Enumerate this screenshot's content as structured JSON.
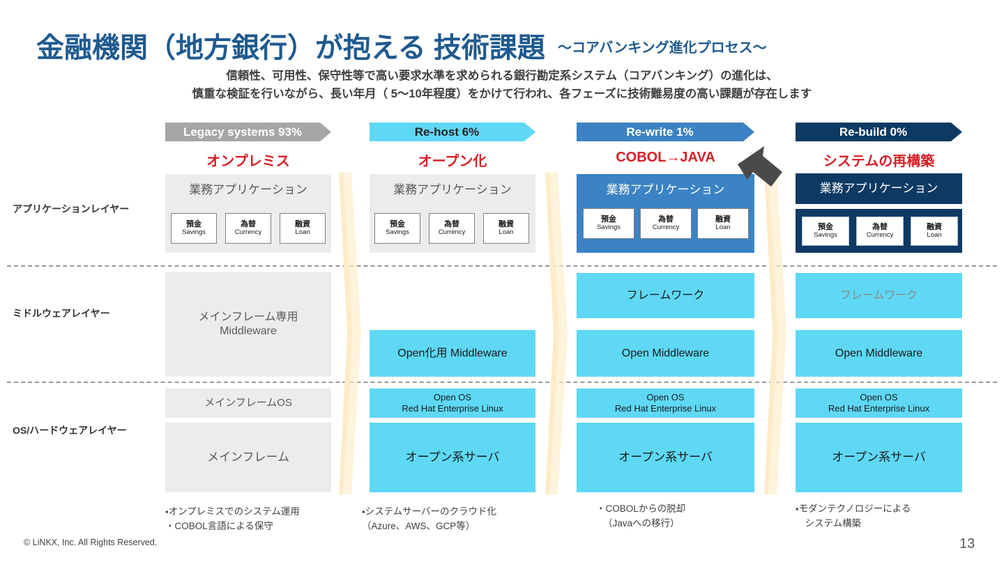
{
  "slide": {
    "title_main": "金融機関（地方銀行）が抱える 技術課題",
    "title_sub": "～コアバンキング進化プロセス～",
    "lead_line1": "信頼性、可用性、保守性等で高い要求水準を求められる銀行勘定系システム（コアバンキング）の進化は、",
    "lead_line2": "慎重な検証を行いながら、長い年月（ 5～10年程度）をかけて行われ、各フェーズに技術難易度の高い課題が存在します",
    "footer": "© LiNKX, Inc. All Rights Reserved.",
    "page_number": "13"
  },
  "colors": {
    "title_blue": "#1f5a8f",
    "accent_red": "#d81f26",
    "gray": "#a6a6a6",
    "cyan": "#5ed8f5",
    "blue": "#3b83c4",
    "navy": "#0d3a63",
    "gray_fill": "#ececec",
    "ribbon": "#fdecc8"
  },
  "row_labels": [
    {
      "id": "application",
      "label": "アプリケーションレイヤー"
    },
    {
      "id": "middleware",
      "label": "ミドルウェアレイヤー"
    },
    {
      "id": "os_hardware",
      "label": "OS/ハードウェアレイヤー"
    }
  ],
  "app_subboxes": [
    {
      "jp": "預金",
      "en": "Savings"
    },
    {
      "jp": "為替",
      "en": "Currency"
    },
    {
      "jp": "融資",
      "en": "Loan"
    }
  ],
  "columns": [
    {
      "id": "legacy",
      "badge": "Legacy systems 93%",
      "badge_style": "gray",
      "name": "オンプレミス",
      "app_title": "業務アプリケーション",
      "middleware": [
        "メインフレーム専用",
        "Middleware"
      ],
      "os": "メインフレームOS",
      "server": "メインフレーム",
      "notes": [
        "・オンプレミスでのシステム運用",
        "・COBOL言語による保守"
      ]
    },
    {
      "id": "rehost",
      "badge": "Re-host 6%",
      "badge_style": "cyan",
      "name": "オープン化",
      "app_title": "業務アプリケーション",
      "middleware_open": "Open化用 Middleware",
      "os": [
        "Open OS",
        "Red Hat Enterprise Linux"
      ],
      "server": "オープン系サーバ",
      "notes": [
        "・システムサーバーのクラウド化",
        "（Azure、AWS、GCP等）"
      ]
    },
    {
      "id": "rewrite",
      "badge": "Re-write 1%",
      "badge_style": "blue",
      "name": "COBOL→JAVA",
      "app_title": "業務アプリケーション",
      "framework": "フレームワーク",
      "middleware_open": "Open Middleware",
      "os": [
        "Open OS",
        "Red Hat Enterprise Linux"
      ],
      "server": "オープン系サーバ",
      "notes": [
        "・COBOLからの脱却",
        "（Javaへの移行）"
      ]
    },
    {
      "id": "rebuild",
      "badge": "Re-build 0%",
      "badge_style": "navy",
      "name": "システムの再構築",
      "app_title": "業務アプリケーション",
      "framework": "フレームワーク",
      "middleware_open": "Open Middleware",
      "os": [
        "Open OS",
        "Red Hat Enterprise Linux"
      ],
      "server": "オープン系サーバ",
      "notes": [
        "・モダンテクノロジーによる",
        "　システム構築"
      ]
    }
  ]
}
